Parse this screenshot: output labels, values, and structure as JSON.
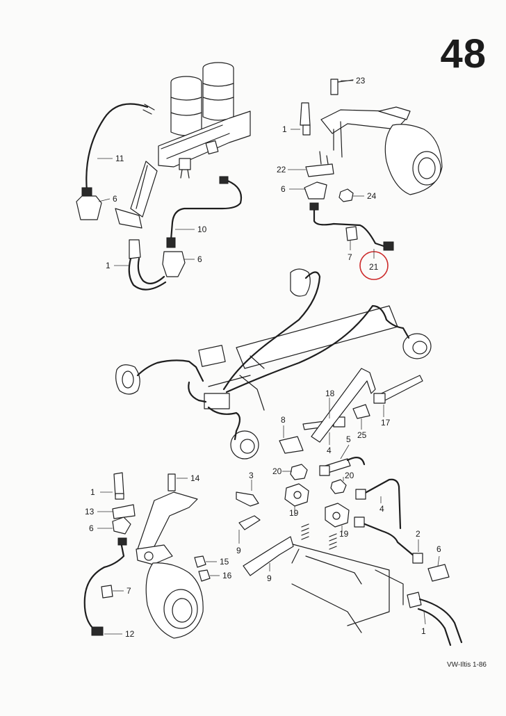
{
  "page_number": "48",
  "footer": "VW-Iltis 1-86",
  "highlight_color": "#cc2a2a",
  "callouts": {
    "tr_23": "23",
    "tr_1": "1",
    "tr_22": "22",
    "tr_6": "6",
    "tr_24": "24",
    "tr_7": "7",
    "tr_21": "21",
    "tl_11": "11",
    "tl_6a": "6",
    "tl_10": "10",
    "tl_1": "1",
    "tl_6b": "6",
    "m_18": "18",
    "m_8": "8",
    "m_17": "17",
    "m_25": "25",
    "m_4": "4",
    "m_5": "5",
    "b_3": "3",
    "b_20a": "20",
    "b_20b": "20",
    "b_19a": "19",
    "b_19b": "19",
    "b_4": "4",
    "b_9a": "9",
    "b_9b": "9",
    "b_2": "2",
    "b_6": "6",
    "b_1": "1",
    "bl_1": "1",
    "bl_14": "14",
    "bl_13": "13",
    "bl_6": "6",
    "bl_15": "15",
    "bl_16": "16",
    "bl_7": "7",
    "bl_12": "12"
  }
}
